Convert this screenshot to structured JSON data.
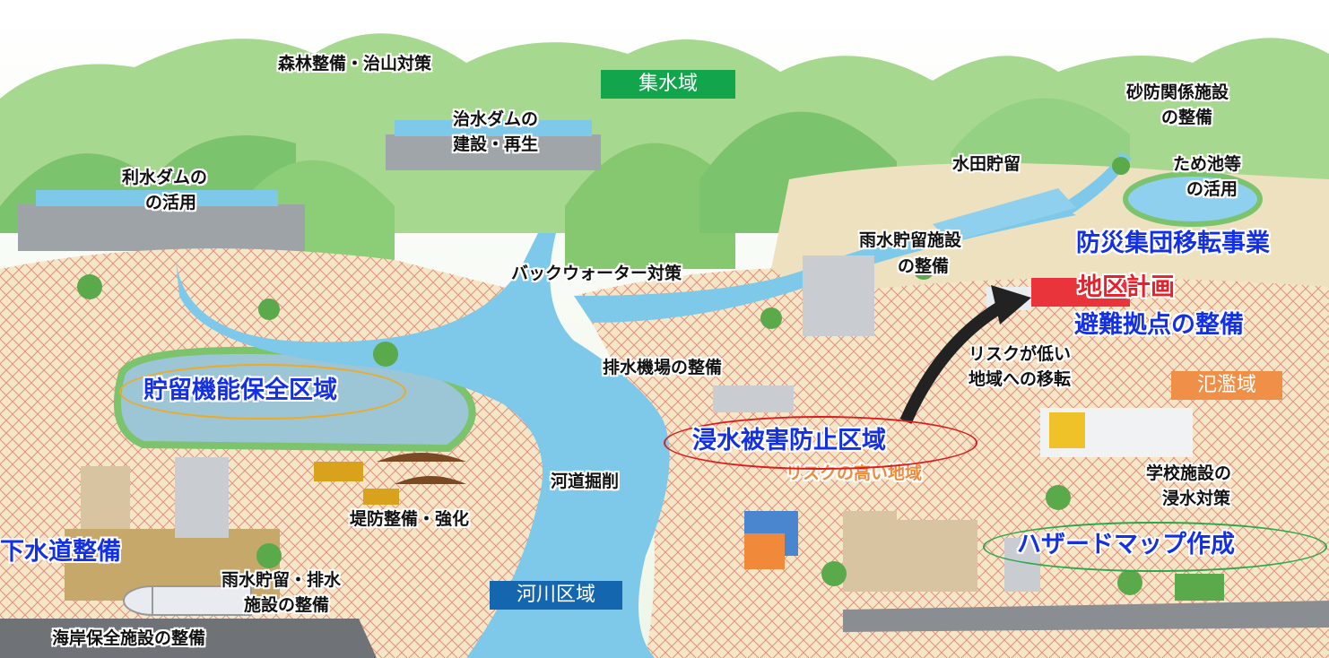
{
  "zones": {
    "catchment": "集水域",
    "river": "河川区域",
    "flood": "氾濫域"
  },
  "measures": {
    "forest": "森林整備・治山対策",
    "flood_dam_l1": "治水ダムの",
    "flood_dam_l2": "建設・再生",
    "water_dam_l1": "利水ダムの",
    "water_dam_l2": "活用",
    "water_dam_l2_prefix": "の",
    "sabo_l1": "砂防関係施設",
    "sabo_l2": "の整備",
    "paddy": "水田貯留",
    "pond_l1": "ため池等",
    "pond_l2": "の活用",
    "rain_storage_l1": "雨水貯留施設",
    "rain_storage_l2": "の整備",
    "backwater": "バックウォーター対策",
    "pump": "排水機場の整備",
    "relocation_l1": "リスクが低い",
    "relocation_l2": "地域への移転",
    "high_risk": "リスクの高い地域",
    "dredging": "河道掘削",
    "levee": "堤防整備・強化",
    "school_l1": "学校施設の",
    "school_l2": "浸水対策",
    "rain_drain_l1": "雨水貯留・排水",
    "rain_drain_l2": "施設の整備",
    "coast": "海岸保全施設の整備"
  },
  "highlights": {
    "relocation_project": "防災集団移転事業",
    "district_plan": "地区計画",
    "shelter": "避難拠点の整備",
    "retention_area": "貯留機能保全区域",
    "flood_prevention_area": "浸水被害防止区域",
    "hazard_map": "ハザードマップ作成",
    "sewer": "下水道整備"
  },
  "colors": {
    "mountain": "#7cc36d",
    "river": "#7ec9ea",
    "ground": "#f3e3c3",
    "hatch": "#e38a7a",
    "ellipse_orange": "#f2a91c",
    "ellipse_red": "#e01a1a",
    "ellipse_green": "#2aa84a",
    "blue_text": "#1430e6",
    "red_text": "#e8202a"
  }
}
